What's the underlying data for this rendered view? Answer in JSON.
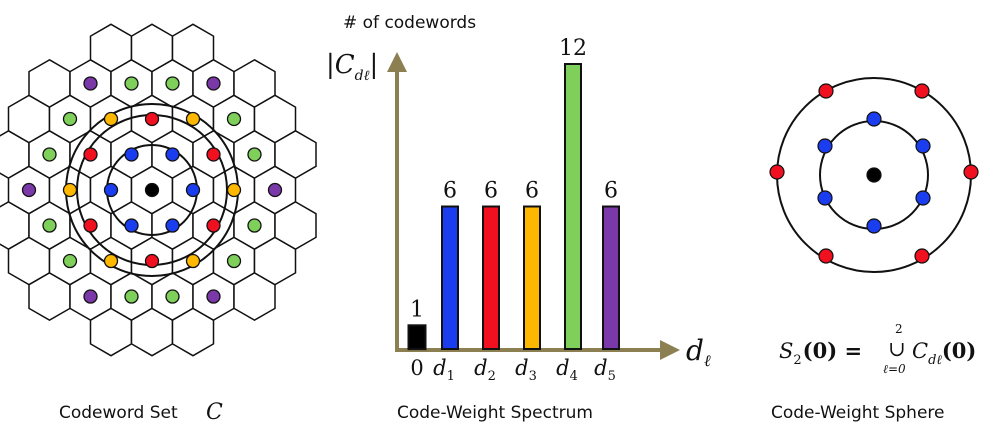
{
  "panels": {
    "codeword_set": {
      "caption": "Codeword Set",
      "symbol": "C"
    },
    "spectrum": {
      "caption": "Code-Weight Spectrum",
      "y_axis_title": "# of codewords",
      "y_axis_symbol": "|C",
      "y_axis_subscript": "dℓ",
      "y_axis_close": "|",
      "x_axis_symbol": "d",
      "x_axis_subscript": "ℓ"
    },
    "sphere": {
      "caption": "Code-Weight Sphere",
      "formula_lhs": "S",
      "formula_lhs_sub": "2",
      "formula_arg": "(0) =",
      "formula_union_top": "2",
      "formula_union": "∪",
      "formula_union_bottom": "ℓ=0",
      "formula_rhs": "C",
      "formula_rhs_sub": "dℓ",
      "formula_rhs_arg": "(0)"
    }
  },
  "chart_data": {
    "type": "bar",
    "categories": [
      "0",
      "d1",
      "d2",
      "d3",
      "d4",
      "d5"
    ],
    "category_base": [
      "0",
      "d",
      "d",
      "d",
      "d",
      "d"
    ],
    "category_sub": [
      "",
      "1",
      "2",
      "3",
      "4",
      "5"
    ],
    "values": [
      1,
      6,
      6,
      6,
      12,
      6
    ],
    "value_labels": [
      "1",
      "6",
      "6",
      "6",
      "12",
      "6"
    ],
    "colors": [
      "#000000",
      "#1a3df0",
      "#f01020",
      "#ffb800",
      "#7ed05a",
      "#7a38a8"
    ],
    "axis_color": "#8c7f52",
    "ylim": [
      0,
      13
    ],
    "grid": false,
    "legend": "none"
  },
  "lattice": {
    "point_colors": {
      "center": "#000000",
      "ring1": "#1a3df0",
      "ring2": "#f01020",
      "ring3": "#ffb800",
      "ring4": "#7ed05a",
      "ring5": "#7a38a8"
    }
  },
  "sphere_points": {
    "center": "#000000",
    "inner": "#1a3df0",
    "outer": "#f01020",
    "inner_count": 6,
    "outer_count": 6
  }
}
